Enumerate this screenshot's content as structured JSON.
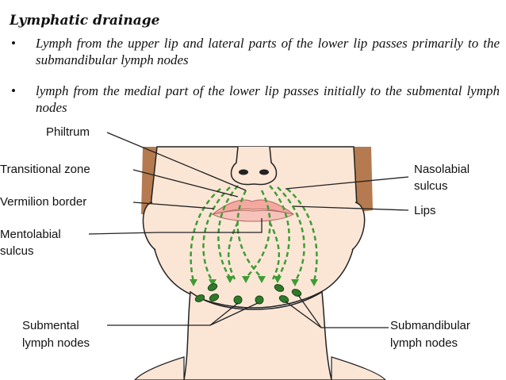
{
  "heading": "Lymphatic drainage",
  "bullets": [
    {
      "text": "Lymph from the upper lip and lateral parts of the lower lip passes primarily to the submandibular lymph nodes"
    },
    {
      "text": "lymph from the medial part of the lower lip passes initially to the submental lymph nodes"
    }
  ],
  "diagram": {
    "labels": {
      "philtrum": "Philtrum",
      "transitional_zone": "Transitional zone",
      "vermilion_border": "Vermilion border",
      "mentolabial_1": "Mentolabial",
      "mentolabial_2": "sulcus",
      "nasolabial_1": "Nasolabial",
      "nasolabial_2": "sulcus",
      "lips": "Lips",
      "submental_1": "Submental",
      "submental_2": "lymph nodes",
      "submandibular_1": "Submandibular",
      "submandibular_2": "lymph nodes"
    },
    "colors": {
      "skin": "#fbe6d6",
      "hair": "#b57a4f",
      "lip": "#f3a9a0",
      "lymph_arrows": "#3f9c35",
      "lymph_nodes": "#2f7a2a",
      "outline": "#222222"
    }
  }
}
